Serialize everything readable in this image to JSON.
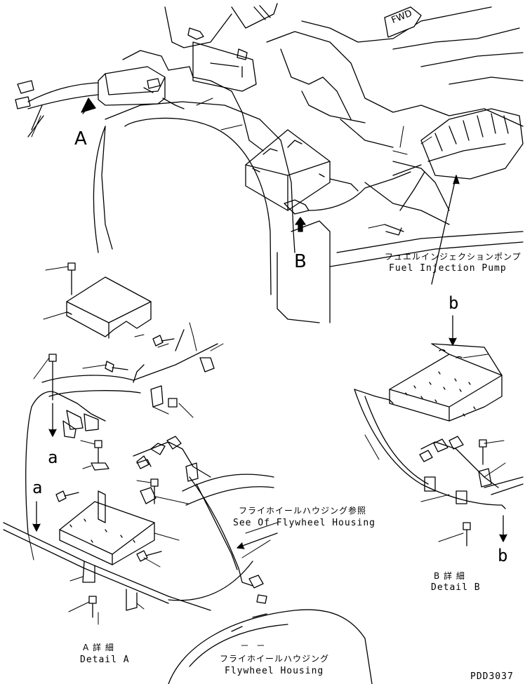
{
  "drawing_id": "PDD3037",
  "fwd_tag": "FWD",
  "callouts": {
    "a_main": "A",
    "b_main": "B",
    "a_lower_1": "a",
    "a_lower_2": "a",
    "b_upper": "b",
    "b_lower": "b"
  },
  "labels": {
    "fuel_pump_jp": "フュエルインジェクションポンプ",
    "fuel_pump_en": "Fuel Injection Pump",
    "see_flywheel_jp": "フライホイールハウジング参照",
    "see_flywheel_en": "See Of Flywheel Housing",
    "detail_a_jp": "A 詳 細",
    "detail_a_en": "Detail A",
    "detail_b_jp": "B 詳 細",
    "detail_b_en": "Detail B",
    "flywheel_jp": "フライホイールハウジング",
    "flywheel_en": "Flywheel Housing",
    "dash_mark": "－ －"
  }
}
